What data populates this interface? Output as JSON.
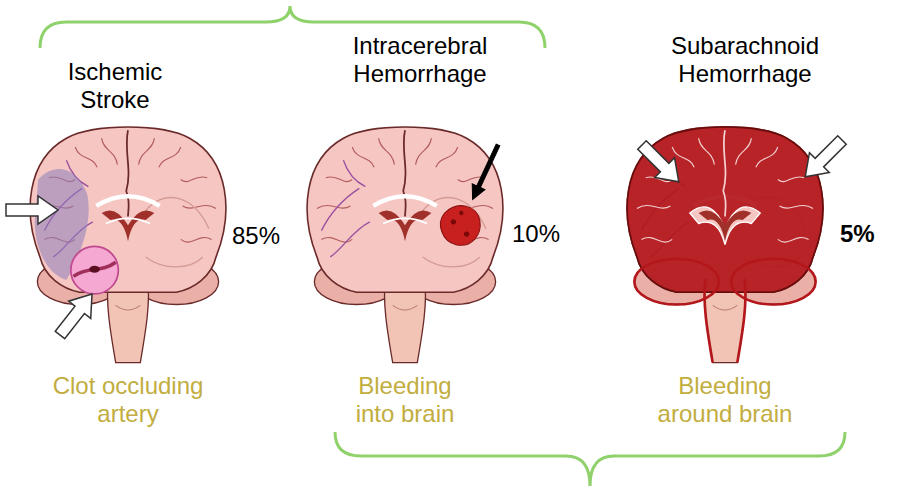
{
  "diagram": {
    "labels": [
      "Ischemic Stroke",
      "Intracerebral Hemorrhage",
      "Subarachnoid Hemorrhage",
      "85%",
      "10%",
      "5%",
      "Clot occluding artery",
      "Bleeding into brain",
      "Bleeding around brain"
    ]
  }
}
